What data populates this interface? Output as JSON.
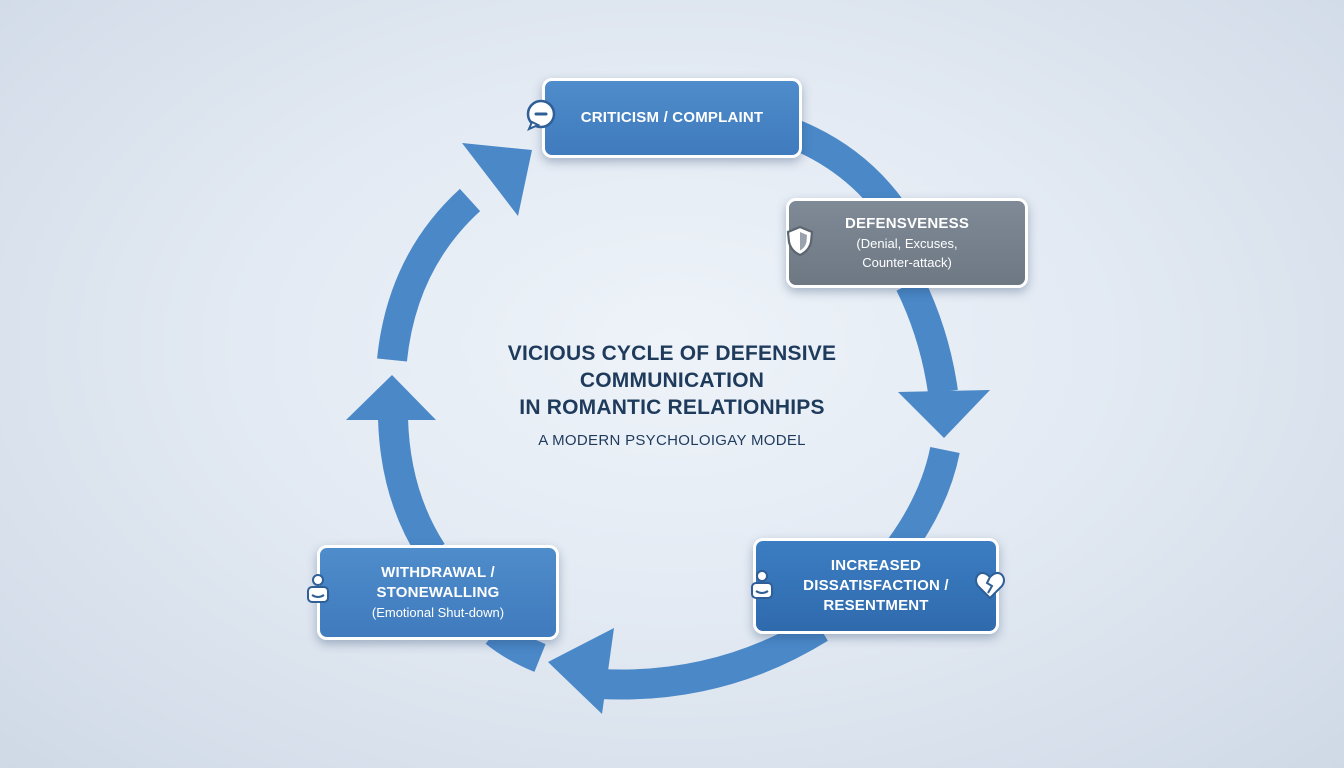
{
  "diagram": {
    "title_lines": [
      "VICIOUS CYCLE OF DEFENSIVE",
      "COMMUNICATION",
      "IN ROMANTIC RELATIONHIPS"
    ],
    "subtitle": "A MODERN PSYCHOLOIGAY MODEL",
    "colors": {
      "arrow": "#4a88c8",
      "node_blue": "#4f8ccb",
      "node_dark_blue": "#3c7dc2",
      "node_gray": "#7f8a96",
      "text_dark": "#1f3b5c"
    },
    "nodes": {
      "criticism": {
        "title": "CRITICISM / COMPLAINT",
        "icon": "speech-bubble-icon"
      },
      "defensiveness": {
        "title": "DEFENSVENESS",
        "sub_line1": "(Denial, Excuses,",
        "sub_line2": "Counter-attack)",
        "icon": "shield-icon"
      },
      "increased": {
        "title_line1": "INCREASED",
        "title_line2": "DISSATISFACTION /",
        "title_line3": "RESENTMENT",
        "icon_left": "person-icon",
        "icon_right": "broken-heart-icon"
      },
      "withdrawal": {
        "title_line1": "WITHDRAWAL /",
        "title_line2": "STONEWALLING",
        "sub": "(Emotional Shut-down)",
        "icon": "person-icon"
      }
    }
  }
}
